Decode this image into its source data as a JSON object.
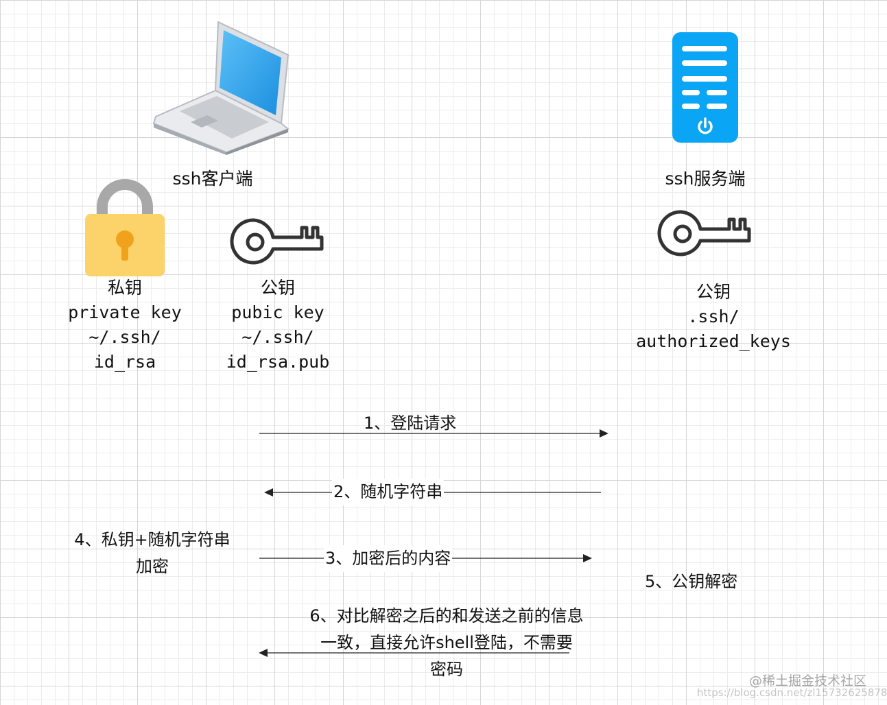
{
  "client": {
    "title": "ssh客户端",
    "private_key": {
      "line1": "私钥",
      "line2": "private key",
      "line3": "~/.ssh/",
      "line4": "id_rsa"
    },
    "public_key": {
      "line1": "公钥",
      "line2": "pubic key",
      "line3": "~/.ssh/",
      "line4": "id_rsa.pub"
    }
  },
  "server": {
    "title": "ssh服务端",
    "public_key": {
      "line1": "公钥",
      "line2": ".ssh/",
      "line3": "authorized_keys"
    }
  },
  "steps": {
    "s1": "1、登陆请求",
    "s2": "2、随机字符串",
    "s3": "3、加密后的内容",
    "s4_line1": "4、私钥+随机字符串",
    "s4_line2": "加密",
    "s5": "5、公钥解密",
    "s6_line1": "6、对比解密之后的和发送之前的信息",
    "s6_line2": "一致，直接允许shell登陆，不需要",
    "s6_line3": "密码"
  },
  "watermark": {
    "line1": "@稀土掘金技术社区",
    "line2": "https://blog.csdn.net/zl1573262587​8"
  },
  "colors": {
    "server_blue": "#0aa5f5",
    "lock_body": "#fcd36a",
    "lock_shackle": "#a8a8a8",
    "key_stroke": "#333333",
    "arrow": "#222222"
  }
}
